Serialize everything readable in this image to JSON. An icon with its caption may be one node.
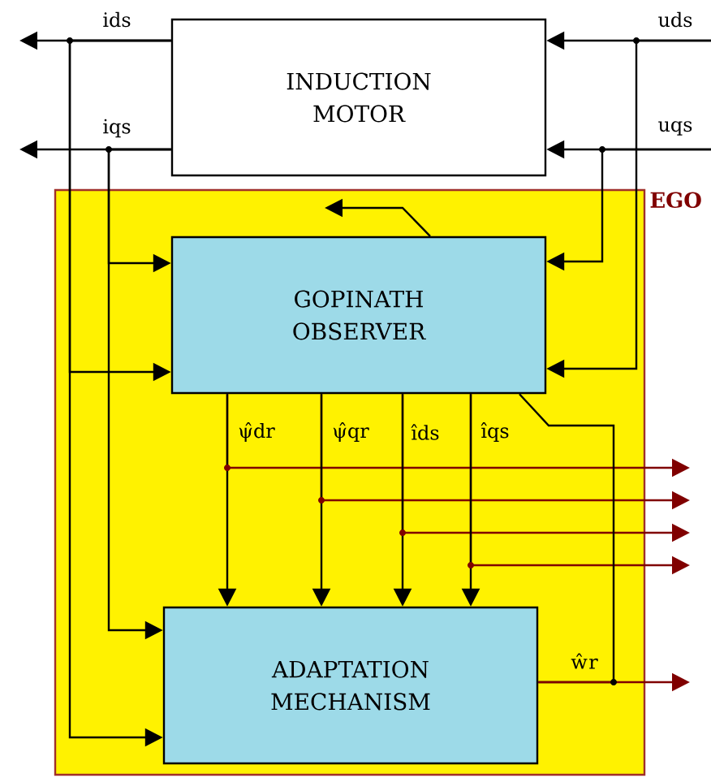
{
  "diagram": {
    "nodes": [
      {
        "text": [
          "INDUCTION MOTOR"
        ]
      },
      {
        "text": [
          "EGO"
        ]
      },
      {
        "text": [
          "GOPINATH OBSERVER"
        ],
        "in": 1
      },
      {
        "text": [
          "ADAPTATION MECHANISM"
        ],
        "in": 1
      }
    ],
    "edges": [
      {
        "from": 0,
        "to": null,
        "arrow": "to",
        "label": "ids"
      },
      {
        "from": 0,
        "to": null,
        "arrow": "to",
        "label": "iqs"
      },
      {
        "from": null,
        "to": 0,
        "arrow": "to",
        "label": "uds"
      },
      {
        "from": null,
        "to": 0,
        "arrow": "to",
        "label": "uqs"
      },
      {
        "from": 0,
        "to": 2,
        "arrow": "to"
      },
      {
        "from": 0,
        "to": 3,
        "arrow": "to"
      },
      {
        "from": 0,
        "to": 2,
        "arrow": "to"
      },
      {
        "from": 0,
        "to": 3,
        "arrow": "to"
      },
      {
        "from": null,
        "to": 2,
        "arrow": "to"
      },
      {
        "from": null,
        "to": 2,
        "arrow": "to"
      },
      {
        "from": 2,
        "to": null,
        "arrow": "to"
      },
      {
        "from": 2,
        "to": 3,
        "arrow": "to",
        "label": "ψ̂dr"
      },
      {
        "from": 2,
        "to": 3,
        "arrow": "to",
        "label": "ψ̂qr"
      },
      {
        "from": 2,
        "to": 3,
        "arrow": "to",
        "label": "îds"
      },
      {
        "from": 2,
        "to": 3,
        "arrow": "to",
        "label": "îqs"
      },
      {
        "from": 2,
        "to": null,
        "arrow": "to",
        "color": "#800000"
      },
      {
        "from": 2,
        "to": null,
        "arrow": "to",
        "color": "#800000"
      },
      {
        "from": 2,
        "to": null,
        "arrow": "to",
        "color": "#800000"
      },
      {
        "from": 2,
        "to": null,
        "arrow": "to",
        "color": "#800000"
      },
      {
        "from": 3,
        "to": null,
        "arrow": "to",
        "label": "ŵr",
        "color": "#800000"
      },
      {
        "from": 3,
        "to": 2,
        "arrow": "none"
      }
    ]
  }
}
